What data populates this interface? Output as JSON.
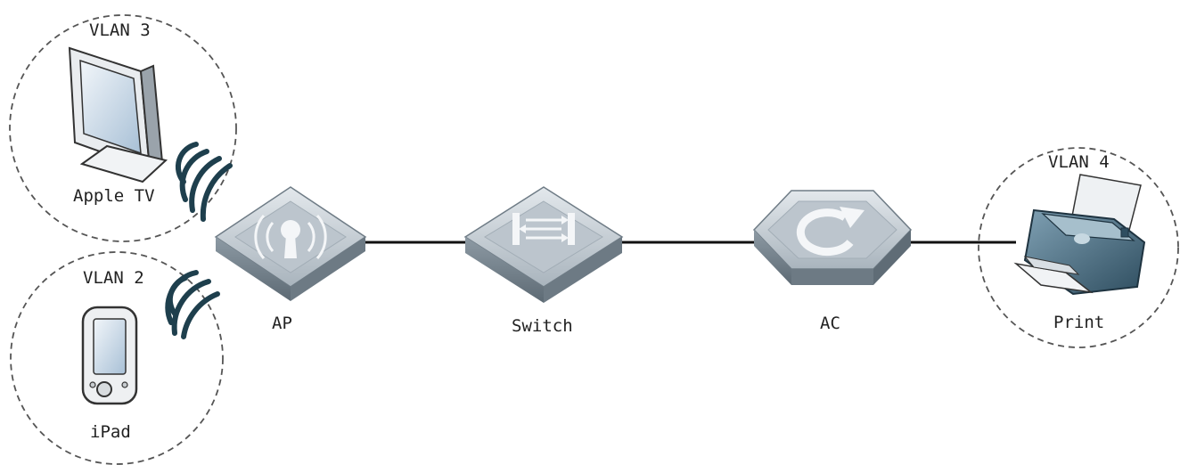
{
  "groups": {
    "vlan3": {
      "label": "VLAN 3",
      "device": "Apple TV"
    },
    "vlan2": {
      "label": "VLAN 2",
      "device": "iPad"
    },
    "vlan4": {
      "label": "VLAN 4",
      "device": "Print"
    }
  },
  "devices": {
    "ap": "AP",
    "switch": "Switch",
    "ac": "AC"
  },
  "colors": {
    "link": "#111111",
    "zone_border": "#555555",
    "device_top": "#c4ccd3",
    "device_side": "#7c8a95",
    "wifi_waves": "#1e3f4d"
  }
}
